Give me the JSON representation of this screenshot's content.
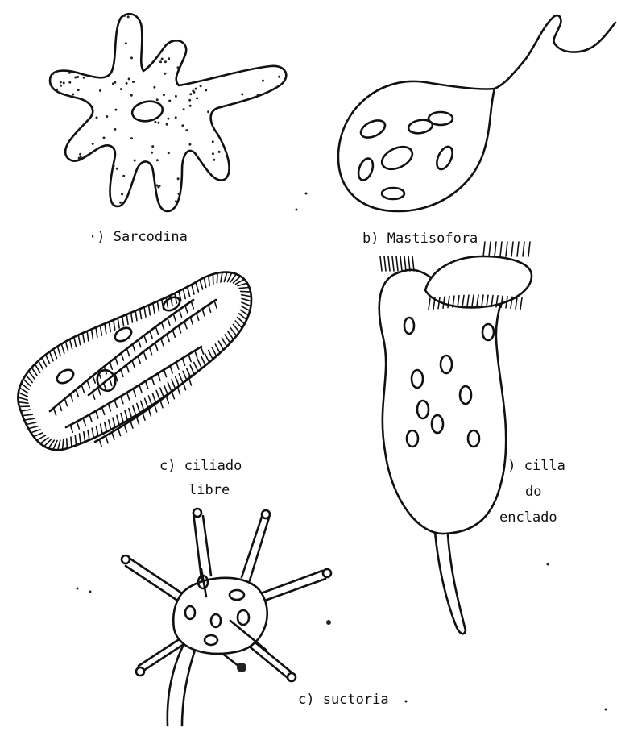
{
  "labels": {
    "sarcodina": "·) Sarcodina",
    "mastigofora": "b) Mastisofora",
    "ciliado_libre_1": "c) ciliado",
    "ciliado_libre_2": "libre",
    "ciliado_anclado_1": "·) cilla",
    "ciliado_anclado_2": "do",
    "ciliado_anclado_3": "enclado",
    "suctoria": "c) suctoria"
  },
  "colors": {
    "ink": "#111111",
    "background": "#ffffff"
  }
}
